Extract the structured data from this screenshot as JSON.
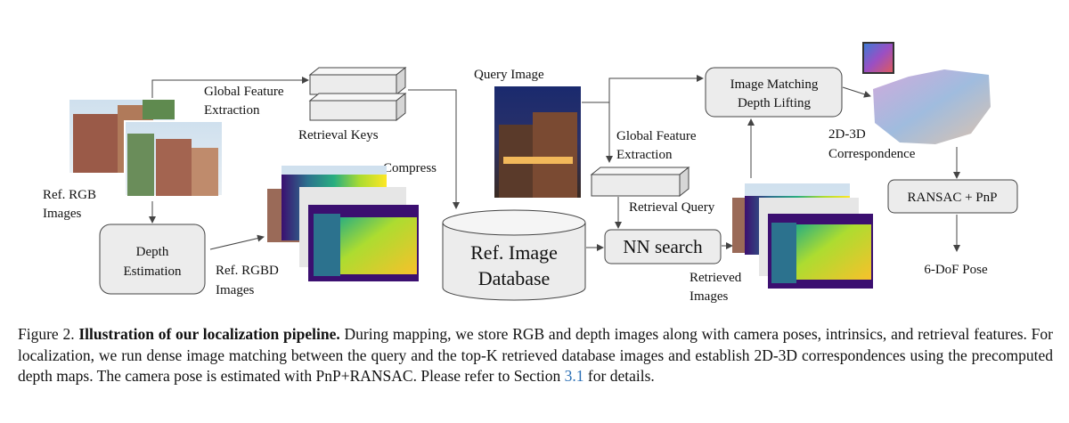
{
  "diagram": {
    "global_feature_extraction_left": [
      "Global Feature",
      "Extraction"
    ],
    "retrieval_keys": "Retrieval Keys",
    "compress": "Compress",
    "ref_rgb_images": [
      "Ref. RGB",
      "Images"
    ],
    "depth_estimation": [
      "Depth",
      "Estimation"
    ],
    "ref_rgbd_images": [
      "Ref. RGBD",
      "Images"
    ],
    "query_image": "Query Image",
    "global_feature_extraction_mid": [
      "Global Feature",
      "Extraction"
    ],
    "retrieval_query": "Retrieval Query",
    "ref_image_database": [
      "Ref. Image",
      "Database"
    ],
    "nn_search": "NN search",
    "retrieved_images": [
      "Retrieved",
      "Images"
    ],
    "image_matching": [
      "Image Matching",
      "Depth Lifting"
    ],
    "correspondence": [
      "2D-3D",
      "Correspondence"
    ],
    "ransac_pnp": "RANSAC + PnP",
    "pose_6dof": "6-DoF Pose"
  },
  "caption": {
    "prefix": "Figure 2. ",
    "title": "Illustration of our localization pipeline.",
    "body": " During mapping, we store RGB and depth images along with camera poses, intrinsics, and retrieval features.  For localization, we run dense image matching between the query and the top-K retrieved database images and establish 2D-3D correspondences using the precomputed depth maps. The camera pose is estimated with PnP+RANSAC. Please refer to Section ",
    "section_ref": "3.1",
    "suffix": " for details."
  },
  "colors": {
    "box_fill": "#ececec",
    "box_stroke": "#444444",
    "link": "#2a6fb5",
    "depth_colormap": [
      "#3b0f70",
      "#2c728e",
      "#28ae80",
      "#addc30",
      "#fde725"
    ]
  }
}
